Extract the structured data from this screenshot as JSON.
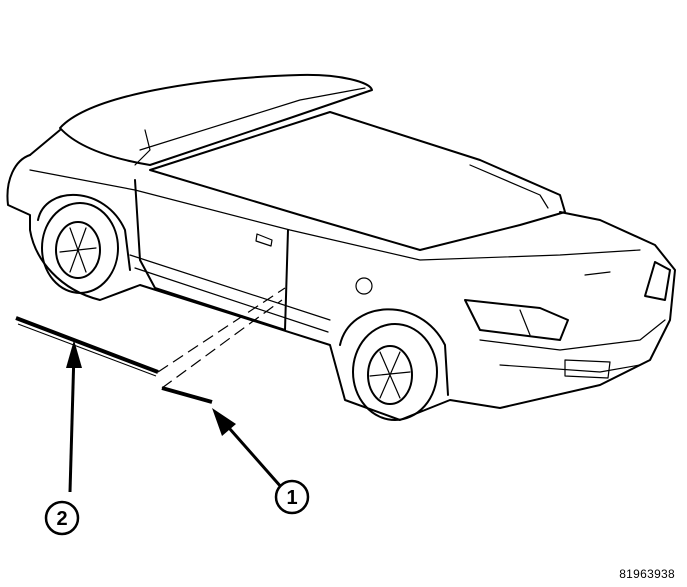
{
  "callouts": [
    {
      "number": "1"
    },
    {
      "number": "2"
    }
  ],
  "figure_id": "81963938"
}
